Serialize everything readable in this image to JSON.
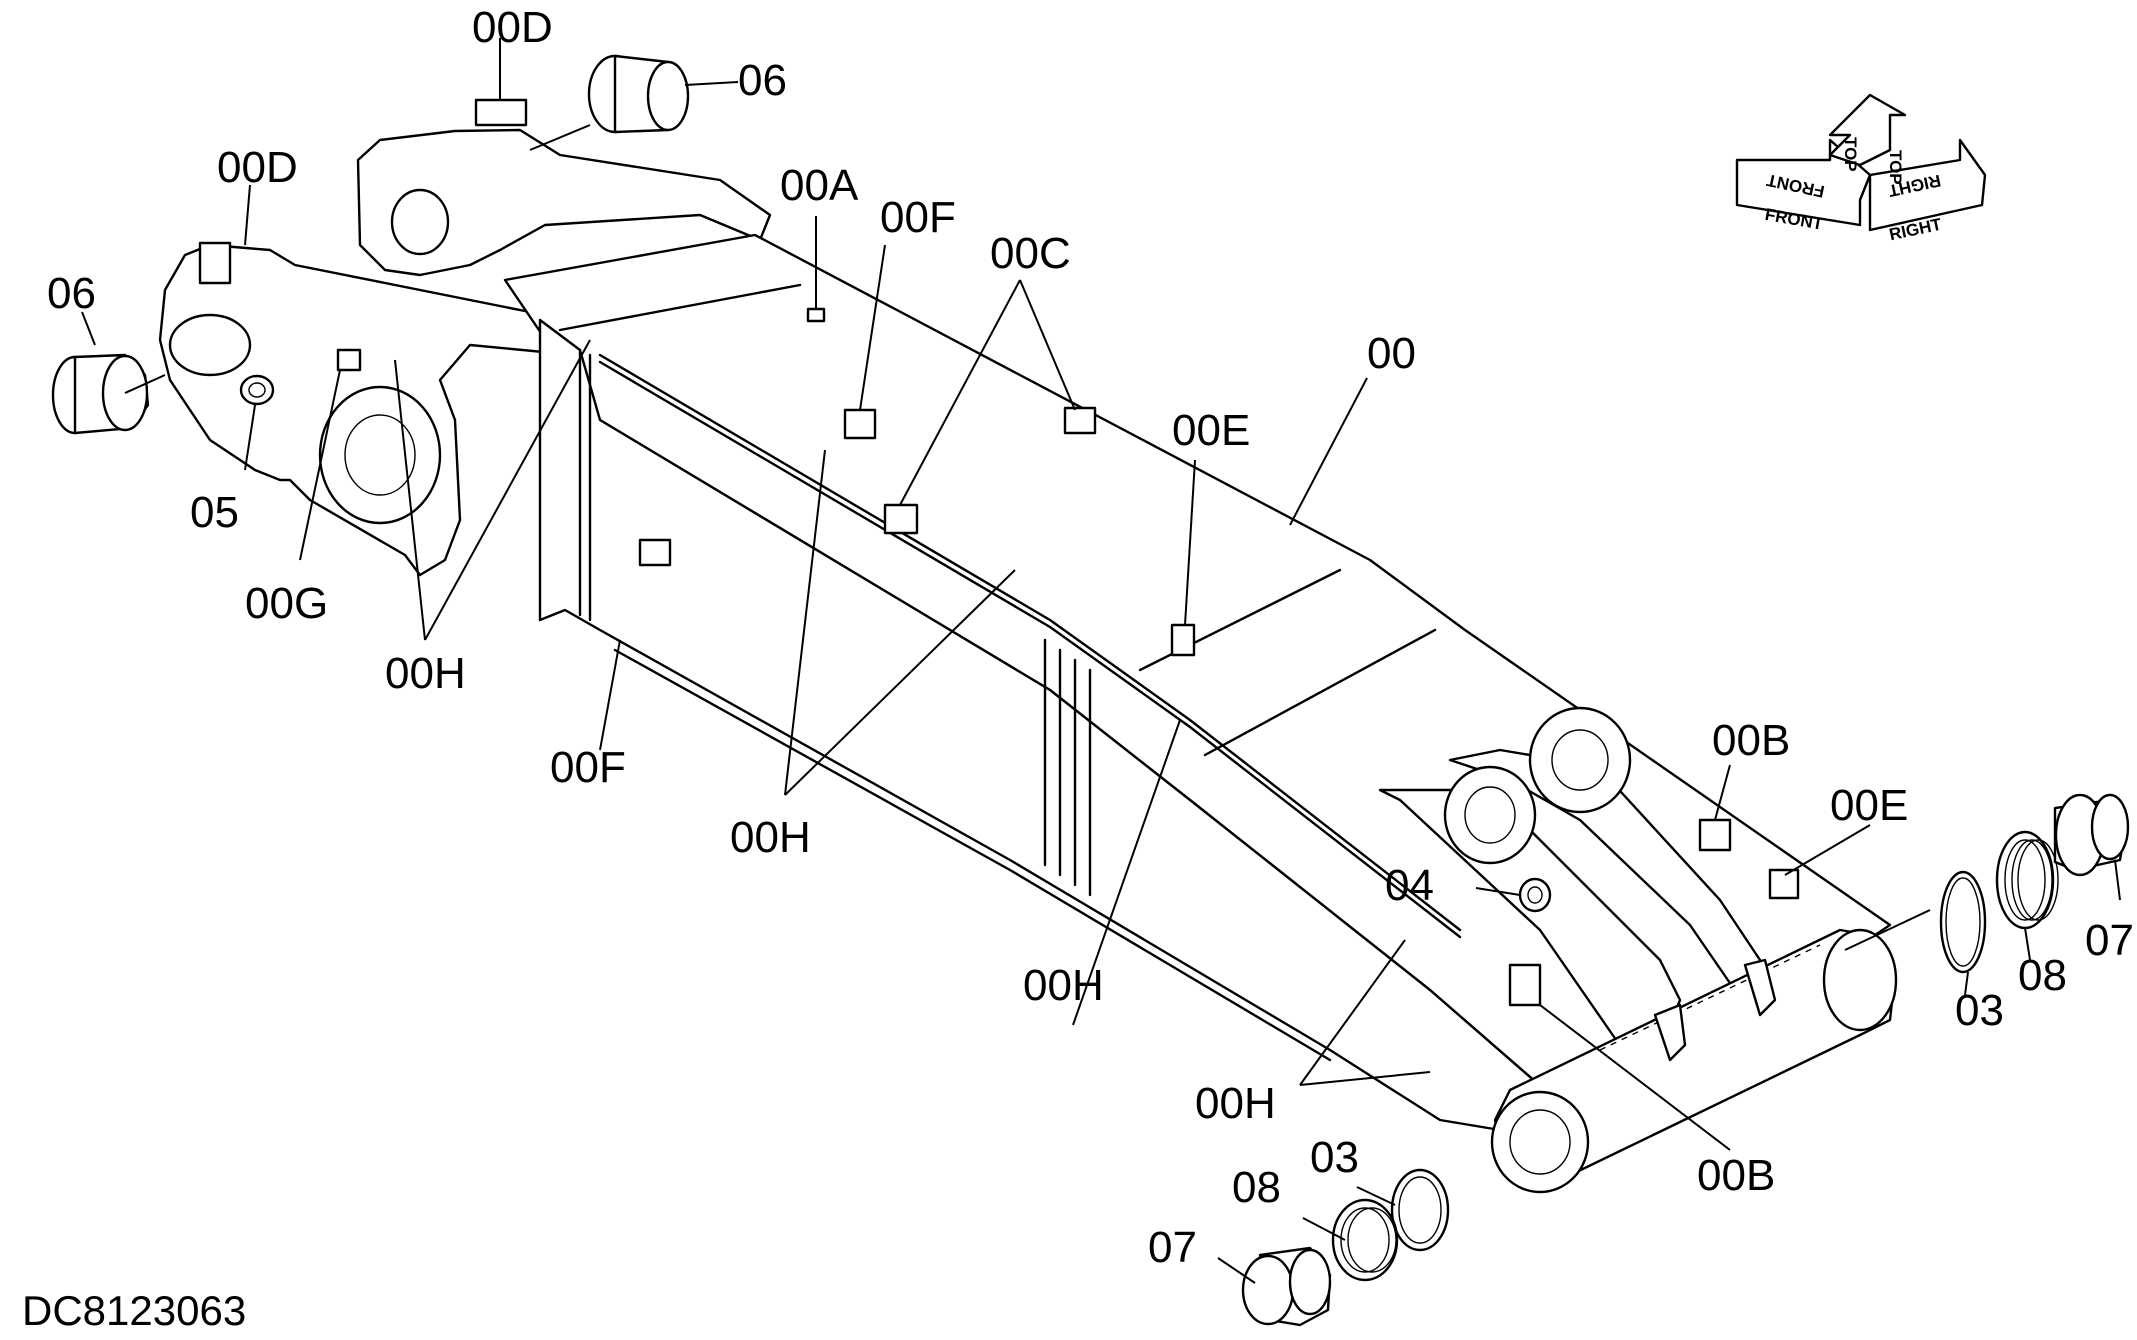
{
  "drawing_id": "DC8123063",
  "orientation": {
    "front": "FRONT",
    "top": "TOP",
    "right": "RIGHT"
  },
  "labels": {
    "main": "00",
    "sub_a": "00A",
    "sub_b": "00B",
    "sub_c": "00C",
    "sub_d": "00D",
    "sub_e": "00E",
    "sub_f": "00F",
    "sub_g": "00G",
    "sub_h": "00H",
    "p03": "03",
    "p04": "04",
    "p05": "05",
    "p06": "06",
    "p07": "07",
    "p08": "08"
  }
}
